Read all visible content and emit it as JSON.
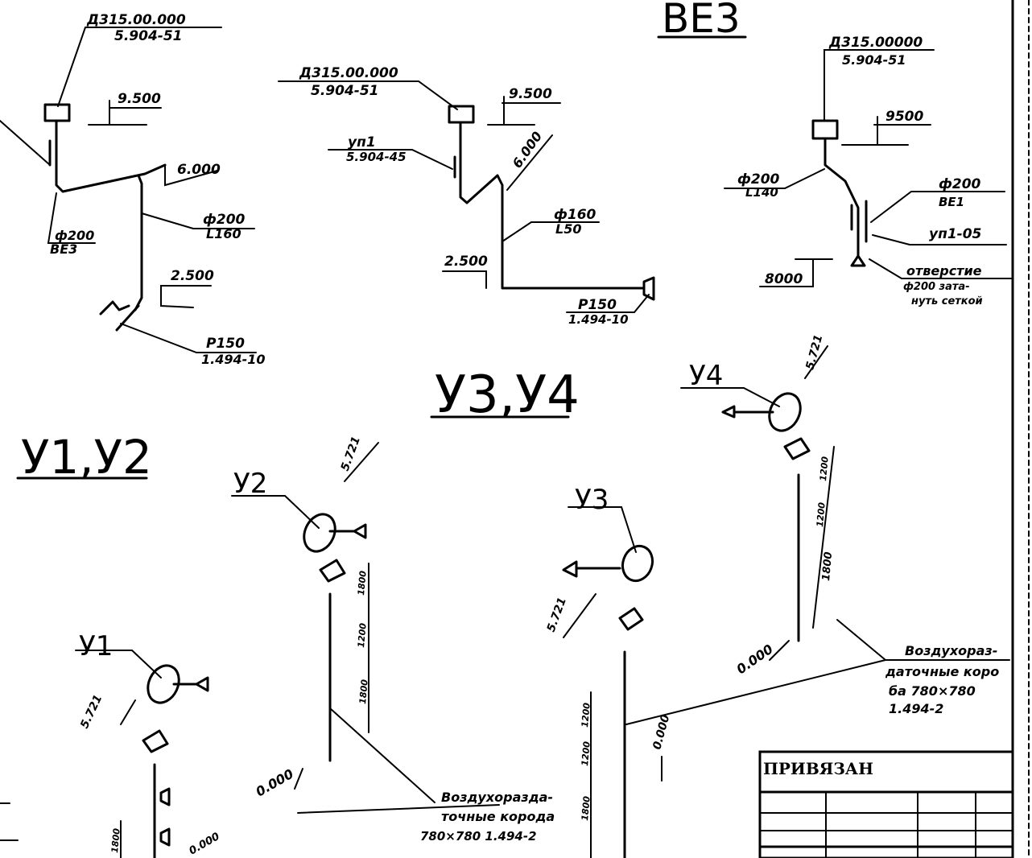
{
  "titles": {
    "ve3": "ВЕ3",
    "u3u4": "У3,У4",
    "u1u2": "У1,У2"
  },
  "left": {
    "top_ref_1": "Д315.00.000",
    "top_ref_2": "5.904-51",
    "level_top": "9.500",
    "level_mid": "6.000",
    "pipe_a1": "ф200",
    "pipe_a2": "ВЕ3",
    "pipe_b1": "ф200",
    "pipe_b2": "L160",
    "level_low": "2.500",
    "valve_1": "Р150",
    "valve_2": "1.494-10"
  },
  "middle": {
    "top_ref_1": "Д315.00.000",
    "top_ref_2": "5.904-51",
    "level_top": "9.500",
    "unit_1": "уп1",
    "unit_2": "5.904-45",
    "level_mid": "6.000",
    "pipe_1": "ф160",
    "pipe_2": "L50",
    "level_low": "2.500",
    "valve_1": "Р150",
    "valve_2": "1.494-10"
  },
  "right": {
    "top_ref_1": "Д315.00000",
    "top_ref_2": "5.904-51",
    "level_top": "9500",
    "left_pipe_1": "ф200",
    "left_pipe_2": "L140",
    "right_pipe_1": "ф200",
    "right_pipe_2": "ВЕ1",
    "unit": "уп1-05",
    "level_low": "8000",
    "note_1": "отверстие",
    "note_2": "ф200 зата-",
    "note_3": "нуть сеткой"
  },
  "u4": {
    "label": "У4",
    "level": "5.721",
    "d1": "1200",
    "d2": "1200",
    "d3": "1800",
    "zero": "0.000"
  },
  "u2": {
    "label": "У2",
    "level": "5.721",
    "d1": "1800",
    "d2": "1200",
    "d3": "1800",
    "zero": "0.000",
    "note_1": "Воздухоразда-",
    "note_2": "точные корода",
    "note_3": "780×780   1.494-2"
  },
  "u3": {
    "label": "У3",
    "level": "5.721",
    "d1": "1200",
    "d2": "1200",
    "d3": "1800",
    "zero": "0.000",
    "note_1": "Воздухораз-",
    "note_2": "даточные коро",
    "note_3": "бa  780×780",
    "note_4": "1.494-2"
  },
  "u1": {
    "label": "У1",
    "level": "5.721",
    "d1": "1800",
    "zero": "0.000"
  },
  "stamp": {
    "title": "ПРИВЯЗАН"
  }
}
